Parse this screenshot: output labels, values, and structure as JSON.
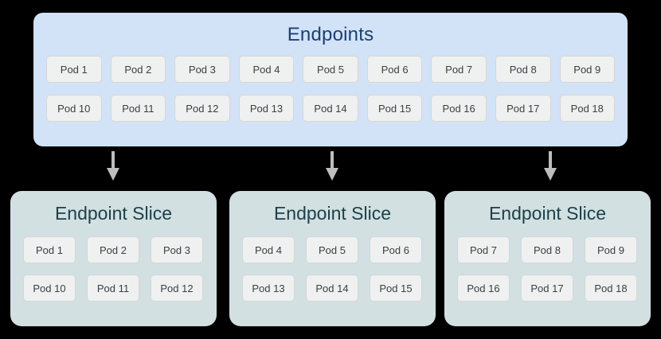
{
  "diagram": {
    "background_color": "#000000",
    "endpoints": {
      "title": "Endpoints",
      "panel_color": "#d2e3f7",
      "title_color": "#1a3f73",
      "rows": [
        [
          "Pod 1",
          "Pod 2",
          "Pod 3",
          "Pod 4",
          "Pod 5",
          "Pod 6",
          "Pod 7",
          "Pod 8",
          "Pod 9"
        ],
        [
          "Pod 10",
          "Pod 11",
          "Pod 12",
          "Pod 13",
          "Pod 14",
          "Pod 15",
          "Pod 16",
          "Pod 17",
          "Pod 18"
        ]
      ]
    },
    "arrows": [
      {
        "name": "arrow-to-slice-1",
        "color": "#bdbdbd",
        "direction": "down"
      },
      {
        "name": "arrow-to-slice-2",
        "color": "#bdbdbd",
        "direction": "down"
      },
      {
        "name": "arrow-to-slice-3",
        "color": "#bdbdbd",
        "direction": "down"
      }
    ],
    "slices": [
      {
        "title": "Endpoint Slice",
        "panel_color": "#d2e0e2",
        "title_color": "#1c4149",
        "rows": [
          [
            "Pod 1",
            "Pod 2",
            "Pod 3"
          ],
          [
            "Pod 10",
            "Pod 11",
            "Pod 12"
          ]
        ]
      },
      {
        "title": "Endpoint Slice",
        "panel_color": "#d2e0e2",
        "title_color": "#1c4149",
        "rows": [
          [
            "Pod 4",
            "Pod 5",
            "Pod 6"
          ],
          [
            "Pod 13",
            "Pod 14",
            "Pod 15"
          ]
        ]
      },
      {
        "title": "Endpoint Slice",
        "panel_color": "#d2e0e2",
        "title_color": "#1c4149",
        "rows": [
          [
            "Pod 7",
            "Pod 8",
            "Pod 9"
          ],
          [
            "Pod 16",
            "Pod 17",
            "Pod 18"
          ]
        ]
      }
    ],
    "pod_chip": {
      "fill": "#eff0f0",
      "border": "#d4d6d6",
      "text_color": "#3a3f42"
    }
  }
}
